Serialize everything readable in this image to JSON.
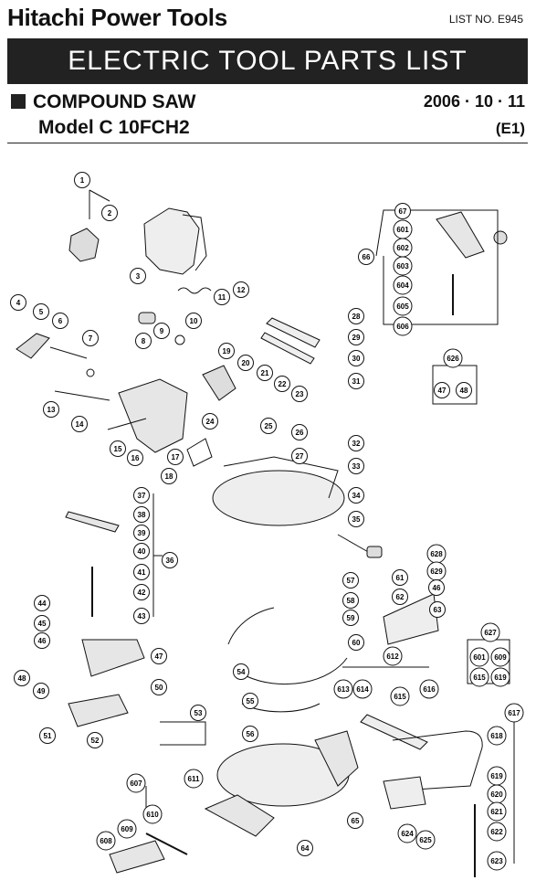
{
  "header": {
    "brand": "Hitachi Power Tools",
    "list_no": "LIST NO. E945",
    "banner": "ELECTRIC TOOL PARTS LIST",
    "tool_name": "COMPOUND SAW",
    "date": "2006 · 10 · 11",
    "model": "Model C 10FCH2",
    "code": "(E1)"
  },
  "callouts": [
    "1",
    "2",
    "3",
    "4",
    "5",
    "6",
    "7",
    "8",
    "9",
    "10",
    "11",
    "12",
    "13",
    "14",
    "15",
    "16",
    "17",
    "18",
    "19",
    "20",
    "21",
    "22",
    "23",
    "24",
    "25",
    "26",
    "27",
    "28",
    "29",
    "30",
    "31",
    "32",
    "33",
    "34",
    "35",
    "36",
    "37",
    "38",
    "39",
    "40",
    "41",
    "42",
    "43",
    "44",
    "45",
    "46",
    "47",
    "48",
    "49",
    "50",
    "51",
    "52",
    "53",
    "54",
    "55",
    "56",
    "57",
    "58",
    "59",
    "60",
    "61",
    "62",
    "63",
    "64",
    "65",
    "66",
    "67",
    "601",
    "602",
    "603",
    "604",
    "605",
    "606",
    "607",
    "608",
    "609",
    "610",
    "611",
    "612",
    "613",
    "614",
    "615",
    "616",
    "617",
    "618",
    "619",
    "620",
    "621",
    "622",
    "623",
    "624",
    "625",
    "626",
    "627",
    "628",
    "629",
    "46",
    "47",
    "48",
    "601",
    "609",
    "615",
    "619",
    "626",
    "627"
  ],
  "colors": {
    "ink": "#111111",
    "banner_bg": "#222222"
  }
}
